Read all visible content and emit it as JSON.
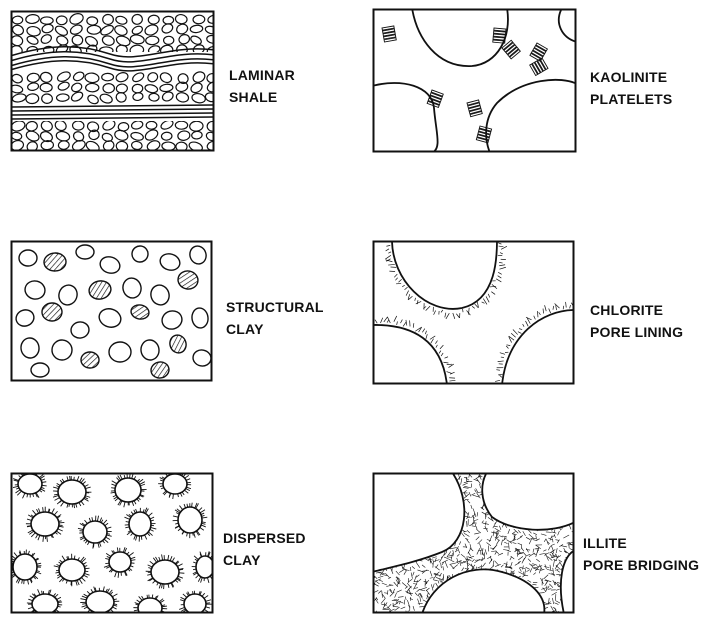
{
  "panels": [
    {
      "id": "laminar-shale",
      "lines": [
        "LAMINAR",
        "SHALE"
      ]
    },
    {
      "id": "kaolinite-platelets",
      "lines": [
        "KAOLINITE",
        "PLATELETS"
      ]
    },
    {
      "id": "structural-clay",
      "lines": [
        "STRUCTURAL",
        "CLAY"
      ]
    },
    {
      "id": "chlorite-pore-lining",
      "lines": [
        "CHLORITE",
        "PORE LINING"
      ]
    },
    {
      "id": "dispersed-clay",
      "lines": [
        "DISPERSED",
        "CLAY"
      ]
    },
    {
      "id": "illite-pore-bridging",
      "lines": [
        "ILLITE",
        "PORE BRIDGING"
      ]
    }
  ],
  "colors": {
    "ink": "#111111",
    "paper": "#ffffff"
  }
}
